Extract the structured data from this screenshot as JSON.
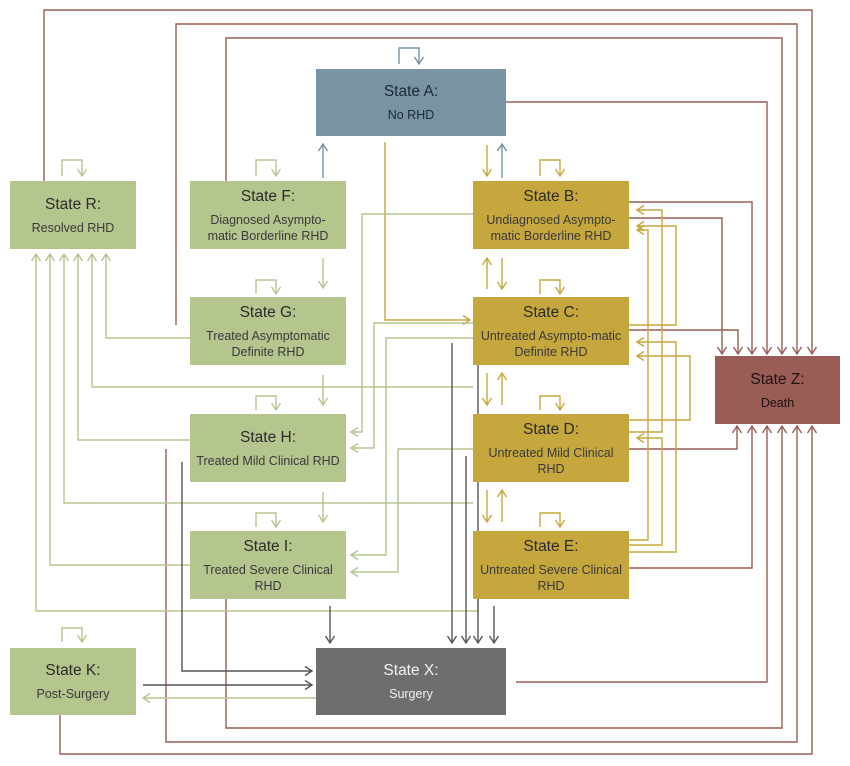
{
  "colors": {
    "green_fill": "#B5C58E",
    "green_line": "#B5C58E",
    "gold_fill": "#C6A73D",
    "gold_line": "#C6A73D",
    "steel_fill": "#7793A4",
    "steel_line": "#7793A4",
    "gray_fill": "#6E6E6E",
    "gray_line": "#555555",
    "death_fill": "#9A5D55",
    "death_line": "#9A5D55"
  },
  "states": {
    "A": {
      "title": "State A:",
      "desc": "No RHD"
    },
    "B": {
      "title": "State B:",
      "desc": "Undiagnosed Asympto-matic Borderline RHD"
    },
    "C": {
      "title": "State C:",
      "desc": "Untreated Asympto-matic Definite RHD"
    },
    "D": {
      "title": "State D:",
      "desc": "Untreated Mild Clinical RHD"
    },
    "E": {
      "title": "State E:",
      "desc": "Untreated Severe Clinical RHD"
    },
    "F": {
      "title": "State F:",
      "desc": "Diagnosed Asympto-matic Borderline RHD"
    },
    "G": {
      "title": "State G:",
      "desc": "Treated Asymptomatic Definite RHD"
    },
    "H": {
      "title": "State H:",
      "desc": "Treated Mild Clinical RHD"
    },
    "I": {
      "title": "State I:",
      "desc": "Treated Severe Clinical RHD"
    },
    "K": {
      "title": "State K:",
      "desc": "Post-Surgery"
    },
    "R": {
      "title": "State R:",
      "desc": "Resolved RHD"
    },
    "X": {
      "title": "State X:",
      "desc": "Surgery"
    },
    "Z": {
      "title": "State Z:",
      "desc": "Death"
    }
  }
}
